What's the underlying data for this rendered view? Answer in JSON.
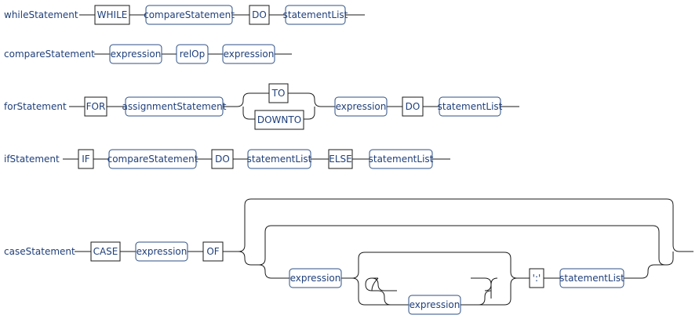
{
  "rules": {
    "while": {
      "name": "whileStatement",
      "seq": [
        "WHILE",
        "compareStatement",
        "DO",
        "statementList"
      ]
    },
    "compare": {
      "name": "compareStatement",
      "seq": [
        "expression",
        "relOp",
        "expression"
      ]
    },
    "for": {
      "name": "forStatement",
      "seq": [
        "FOR",
        "assignmentStatement",
        "TO",
        "DOWNTO",
        "expression",
        "DO",
        "statementList"
      ]
    },
    "if": {
      "name": "ifStatement",
      "seq": [
        "IF",
        "compareStatement",
        "DO",
        "statementList",
        "ELSE",
        "statementList"
      ]
    },
    "case": {
      "name": "caseStatement",
      "seq": [
        "CASE",
        "expression",
        "OF",
        "expression",
        "expression",
        "':'",
        "statementList"
      ]
    }
  },
  "colors": {
    "nonterminal_border": "#2c4f86",
    "terminal_border": "#1a1a1a",
    "text": "#1f3f7a",
    "line": "#1a1a1a"
  }
}
